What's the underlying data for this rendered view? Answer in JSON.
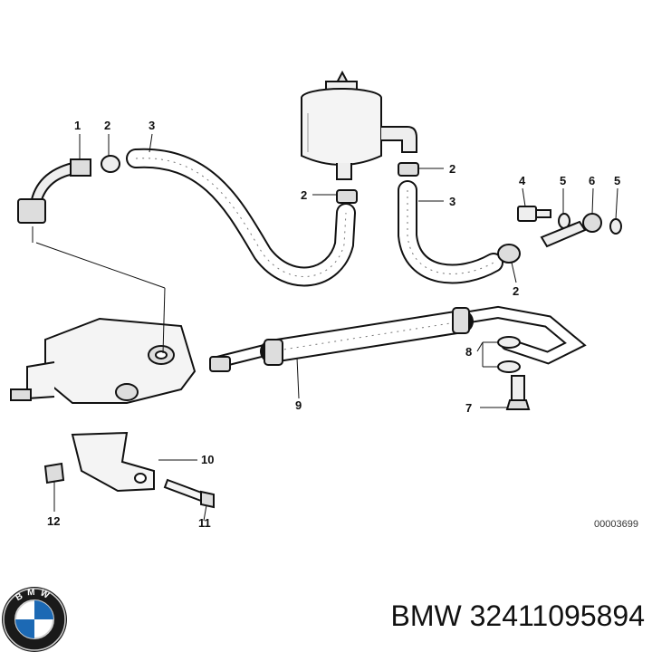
{
  "diagram": {
    "callouts": [
      {
        "id": "c1",
        "text": "1"
      },
      {
        "id": "c2a",
        "text": "2"
      },
      {
        "id": "c3a",
        "text": "3"
      },
      {
        "id": "c2b",
        "text": "2"
      },
      {
        "id": "c2c",
        "text": "2"
      },
      {
        "id": "c3b",
        "text": "3"
      },
      {
        "id": "c4",
        "text": "4"
      },
      {
        "id": "c5a",
        "text": "5"
      },
      {
        "id": "c6",
        "text": "6"
      },
      {
        "id": "c5b",
        "text": "5"
      },
      {
        "id": "c2d",
        "text": "2"
      },
      {
        "id": "c8",
        "text": "8"
      },
      {
        "id": "c9",
        "text": "9"
      },
      {
        "id": "c7",
        "text": "7"
      },
      {
        "id": "c10",
        "text": "10"
      },
      {
        "id": "c11",
        "text": "11"
      },
      {
        "id": "c12",
        "text": "12"
      }
    ],
    "diagram_code": "00003699"
  },
  "footer": {
    "brand_logo_letters": "BMW",
    "part_label": "BMW 32411095894"
  },
  "colors": {
    "line": "#111111",
    "logo_blue": "#1c69b4",
    "logo_ring": "#1a1a1a"
  }
}
